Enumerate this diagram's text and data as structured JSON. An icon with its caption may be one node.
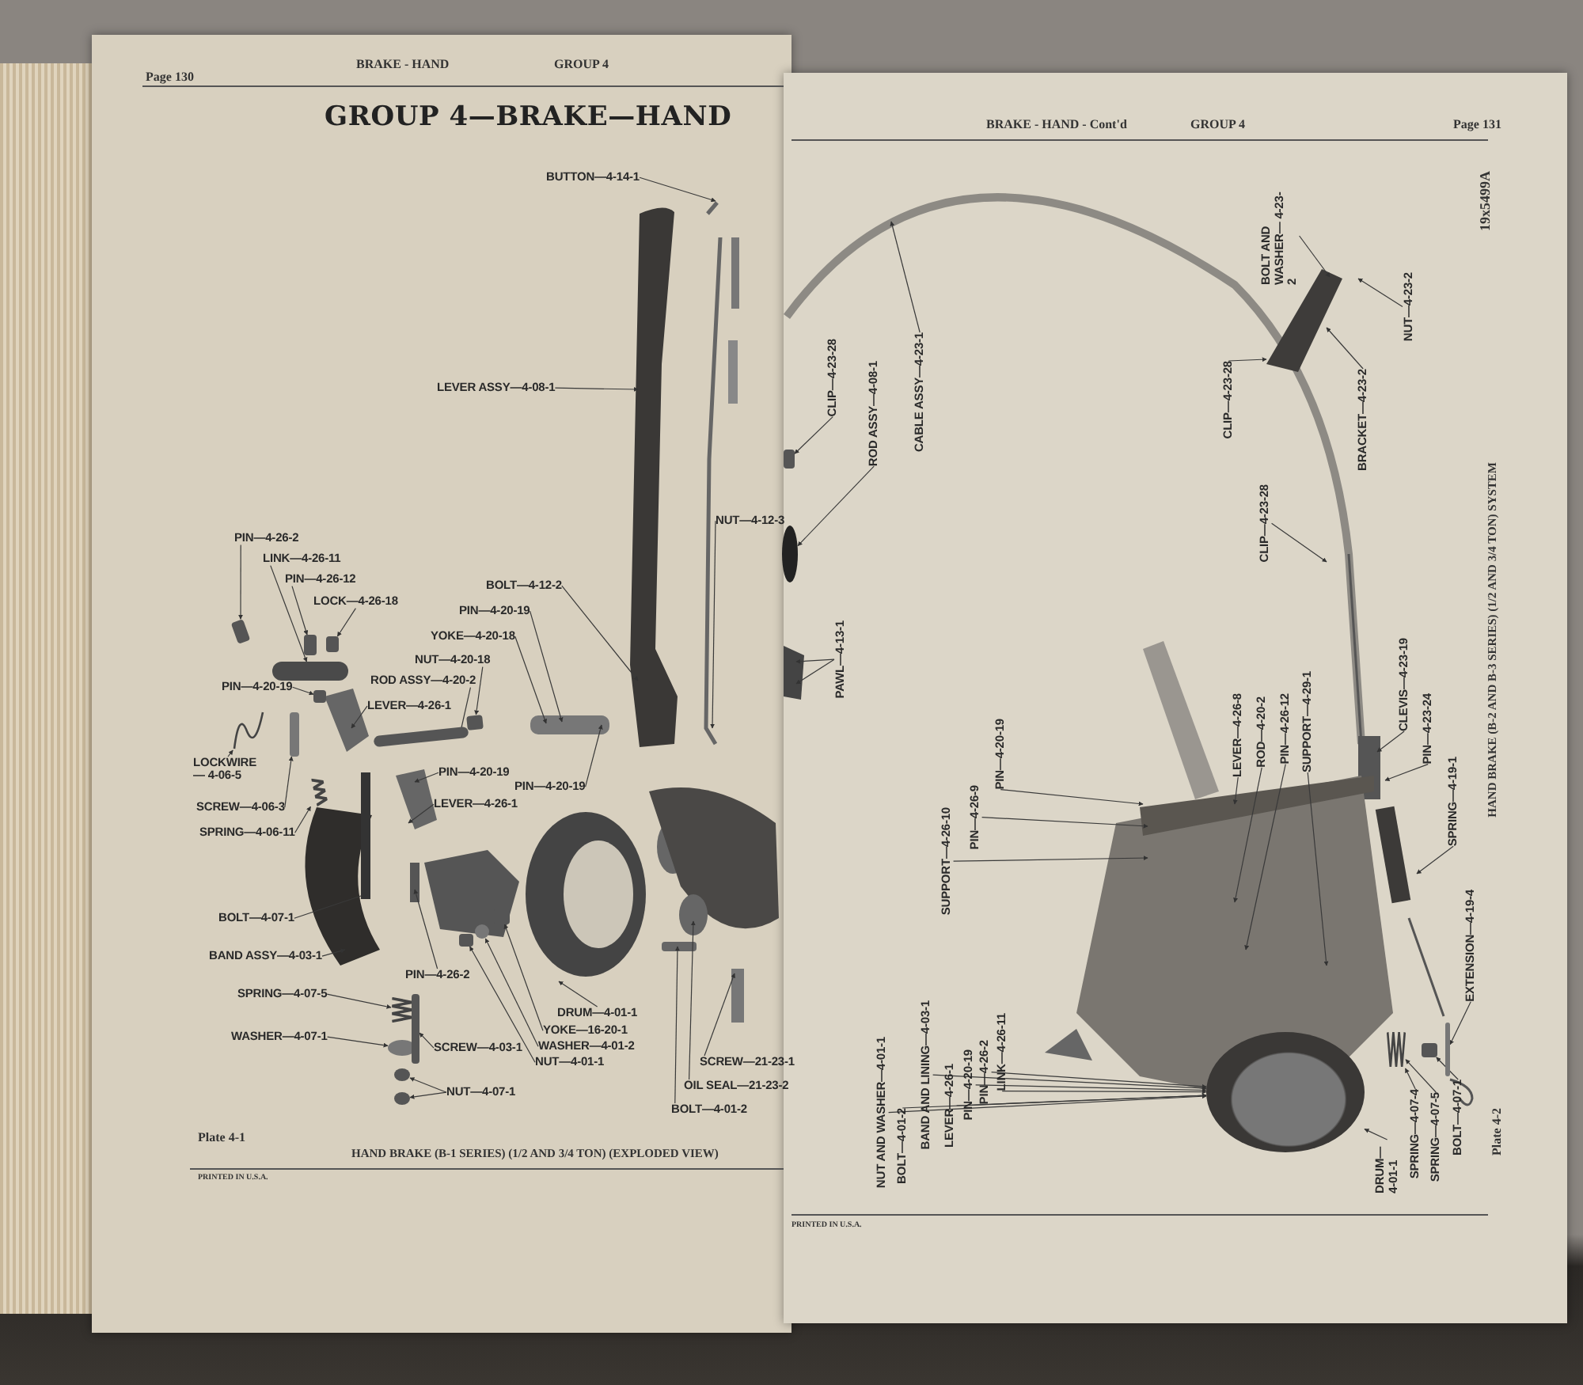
{
  "diagram": {
    "title": "GROUP 4—BRAKE—HAND",
    "nodes": [
      {
        "text": [
          "BUTTON—4-14-1"
        ]
      },
      {
        "text": [
          "LEVER ASSY—4-08-1"
        ]
      },
      {
        "text": [
          "PIN—4-26-2"
        ]
      },
      {
        "text": [
          "LINK—4-26-11"
        ]
      },
      {
        "text": [
          "PIN—4-26-12"
        ]
      },
      {
        "text": [
          "LOCK—4-26-18"
        ]
      },
      {
        "text": [
          "BOLT—4-12-2"
        ]
      },
      {
        "text": [
          "PIN—4-20-19"
        ]
      },
      {
        "text": [
          "YOKE—4-20-18"
        ]
      },
      {
        "text": [
          "NUT—4-20-18"
        ]
      },
      {
        "text": [
          "ROD ASSY—4-20-2"
        ]
      },
      {
        "text": [
          "PIN—4-20-19"
        ]
      },
      {
        "text": [
          "LEVER—4-26-1"
        ]
      },
      {
        "text": [
          "LOCKWIRE— 4-06-5"
        ]
      },
      {
        "text": [
          "SCREW—4-06-3"
        ]
      },
      {
        "text": [
          "SPRING—4-06-11"
        ]
      },
      {
        "text": [
          "PIN—4-20-19"
        ]
      },
      {
        "text": [
          "LEVER—4-26-1"
        ]
      },
      {
        "text": [
          "PIN—4-20-19"
        ]
      },
      {
        "text": [
          "BOLT—4-07-1"
        ]
      },
      {
        "text": [
          "BAND ASSY—4-03-1"
        ]
      },
      {
        "text": [
          "PIN—4-26-2"
        ]
      },
      {
        "text": [
          "SPRING—4-07-5"
        ]
      },
      {
        "text": [
          "WASHER—4-07-1"
        ]
      },
      {
        "text": [
          "SCREW—4-03-1"
        ]
      },
      {
        "text": [
          "NUT—4-07-1"
        ]
      },
      {
        "text": [
          "DRUM—4-01-1"
        ]
      },
      {
        "text": [
          "YOKE—16-20-1"
        ]
      },
      {
        "text": [
          "WASHER—4-01-2"
        ]
      },
      {
        "text": [
          "NUT—4-01-1"
        ]
      },
      {
        "text": [
          "NUT—4-12-3"
        ]
      },
      {
        "text": [
          "SCREW—21-23-1"
        ]
      },
      {
        "text": [
          "OIL SEAL—21-23-2"
        ]
      },
      {
        "text": [
          "BOLT—4-01-2"
        ]
      },
      {
        "text": [
          "CLIP—4-23-28"
        ]
      },
      {
        "text": [
          "ROD ASSY—4-08-1"
        ]
      },
      {
        "text": [
          "CABLE ASSY—4-23-1"
        ]
      },
      {
        "text": [
          "BOLT AND WASHER— 4-23-2"
        ]
      },
      {
        "text": [
          "NUT—4-23-2"
        ]
      },
      {
        "text": [
          "BRACKET—4-23-2"
        ]
      },
      {
        "text": [
          "CLIP—4-23-28"
        ]
      },
      {
        "text": [
          "CLIP—4-23-28"
        ]
      },
      {
        "text": [
          "PAWL—4-13-1"
        ]
      },
      {
        "text": [
          "PIN—4-20-19"
        ]
      },
      {
        "text": [
          "PIN—4-26-9"
        ]
      },
      {
        "text": [
          "SUPPORT—4-26-10"
        ]
      },
      {
        "text": [
          "LEVER—4-26-8"
        ]
      },
      {
        "text": [
          "ROD—4-20-2"
        ]
      },
      {
        "text": [
          "PIN—4-26-12"
        ]
      },
      {
        "text": [
          "SUPPORT—4-29-1"
        ]
      },
      {
        "text": [
          "CLEVIS—4-23-19"
        ]
      },
      {
        "text": [
          "PIN—4-23-24"
        ]
      },
      {
        "text": [
          "SPRING—4-19-1"
        ]
      },
      {
        "text": [
          "EXTENSION—4-19-4"
        ]
      },
      {
        "text": [
          "NUT AND WASHER—4-01-1"
        ]
      },
      {
        "text": [
          "BOLT—4-01-2"
        ]
      },
      {
        "text": [
          "BAND AND LINING—4-03-1"
        ]
      },
      {
        "text": [
          "LEVER—4-26-1"
        ]
      },
      {
        "text": [
          "PIN—4-20-19"
        ]
      },
      {
        "text": [
          "PIN—4-26-2"
        ]
      },
      {
        "text": [
          "LINK—4-26-11"
        ]
      },
      {
        "text": [
          "DRUM— 4-01-1"
        ]
      },
      {
        "text": [
          "SPRING—4-07-4"
        ]
      },
      {
        "text": [
          "SPRING—4-07-5"
        ]
      },
      {
        "text": [
          "BOLT—4-07-1"
        ]
      },
      {
        "text": [],
        "shape": "box"
      },
      {
        "text": [],
        "shape": "bar"
      },
      {
        "text": [],
        "shape": "box"
      },
      {
        "text": [],
        "shape": "box"
      },
      {
        "text": [],
        "shape": "box"
      },
      {
        "text": [],
        "shape": "bar"
      },
      {
        "text": [],
        "shape": "box"
      },
      {
        "text": [],
        "shape": "picture"
      },
      {
        "text": [],
        "shape": "box"
      },
      {
        "text": [],
        "shape": "picture"
      },
      {
        "text": [],
        "shape": "picture"
      },
      {
        "text": [],
        "shape": "circle"
      },
      {
        "text": [],
        "shape": "box"
      },
      {
        "text": [],
        "shape": "box"
      },
      {
        "text": [],
        "shape": "circle"
      },
      {
        "text": [],
        "shape": "box"
      },
      {
        "text": [],
        "shape": "box"
      },
      {
        "text": [],
        "shape": "circle"
      },
      {
        "text": [],
        "shape": "circle"
      },
      {
        "text": [],
        "shape": "box"
      },
      {
        "text": [],
        "shape": "circle"
      },
      {
        "text": [],
        "shape": "circle"
      },
      {
        "text": [],
        "shape": "picture"
      },
      {
        "text": [],
        "shape": "bar"
      }
    ],
    "edges": [
      {
        "from": 0,
        "to": null,
        "arrow": "to"
      },
      {
        "from": 1,
        "to": null,
        "arrow": "to"
      },
      {
        "from": 2,
        "to": 65,
        "arrow": "to"
      },
      {
        "from": 3,
        "to": 66,
        "arrow": "to"
      },
      {
        "from": 4,
        "to": 67,
        "arrow": "to"
      },
      {
        "from": 5,
        "to": 68,
        "arrow": "to"
      },
      {
        "from": 6,
        "to": null,
        "arrow": "to"
      },
      {
        "from": 7,
        "to": null,
        "arrow": "to"
      },
      {
        "from": 8,
        "to": null,
        "arrow": "to"
      },
      {
        "from": 9,
        "to": 69,
        "arrow": "to"
      },
      {
        "from": 10,
        "to": 70,
        "arrow": "to"
      },
      {
        "from": 11,
        "to": 71,
        "arrow": "to"
      },
      {
        "from": 12,
        "to": null,
        "arrow": "to"
      },
      {
        "from": 13,
        "to": 72,
        "arrow": "to"
      },
      {
        "from": 14,
        "to": 73,
        "arrow": "to"
      },
      {
        "from": 15,
        "to": 74,
        "arrow": "to"
      },
      {
        "from": 16,
        "to": null,
        "arrow": "to"
      },
      {
        "from": 17,
        "to": null,
        "arrow": "to"
      },
      {
        "from": 18,
        "to": null,
        "arrow": "to"
      },
      {
        "from": 19,
        "to": null,
        "arrow": "to"
      },
      {
        "from": 20,
        "to": null,
        "arrow": "to"
      },
      {
        "from": 21,
        "to": null,
        "arrow": "to"
      },
      {
        "from": 22,
        "to": 75,
        "arrow": "to"
      },
      {
        "from": 23,
        "to": 76,
        "arrow": "to"
      },
      {
        "from": 24,
        "to": 77,
        "arrow": "to"
      },
      {
        "from": 25,
        "to": 85,
        "arrow": "to"
      },
      {
        "from": 25,
        "to": 86,
        "arrow": "to"
      },
      {
        "from": 26,
        "to": null,
        "arrow": "to"
      },
      {
        "from": 27,
        "to": 78,
        "arrow": "to"
      },
      {
        "from": 28,
        "to": 79,
        "arrow": "to"
      },
      {
        "from": 29,
        "to": 80,
        "arrow": "to"
      },
      {
        "from": 30,
        "to": null,
        "arrow": "to"
      },
      {
        "from": 31,
        "to": null,
        "arrow": "to"
      },
      {
        "from": 32,
        "to": null,
        "arrow": "to"
      },
      {
        "from": 33,
        "to": null,
        "arrow": "to"
      },
      {
        "from": 34,
        "to": 81,
        "arrow": "to"
      },
      {
        "from": 35,
        "to": 82,
        "arrow": "to"
      },
      {
        "from": 36,
        "to": null,
        "arrow": "to"
      },
      {
        "from": 37,
        "to": null,
        "arrow": "to"
      },
      {
        "from": 38,
        "to": null,
        "arrow": "to"
      },
      {
        "from": 39,
        "to": null,
        "arrow": "to"
      },
      {
        "from": 40,
        "to": null,
        "arrow": "to"
      },
      {
        "from": 41,
        "to": null,
        "arrow": "to"
      },
      {
        "from": 42,
        "to": null,
        "arrow": "to"
      },
      {
        "from": 42,
        "to": null,
        "arrow": "to"
      },
      {
        "from": 43,
        "to": null,
        "arrow": "to"
      },
      {
        "from": 44,
        "to": null,
        "arrow": "to"
      },
      {
        "from": 45,
        "to": null,
        "arrow": "to"
      },
      {
        "from": 46,
        "to": null,
        "arrow": "to"
      },
      {
        "from": 47,
        "to": null,
        "arrow": "to"
      },
      {
        "from": 48,
        "to": null,
        "arrow": "to"
      },
      {
        "from": 49,
        "to": null,
        "arrow": "to"
      },
      {
        "from": 50,
        "to": null,
        "arrow": "to"
      },
      {
        "from": 51,
        "to": null,
        "arrow": "to"
      },
      {
        "from": 52,
        "to": null,
        "arrow": "to"
      },
      {
        "from": 53,
        "to": 88,
        "arrow": "to"
      },
      {
        "from": 54,
        "to": 83,
        "arrow": "to"
      },
      {
        "from": 55,
        "to": 83,
        "arrow": "to"
      },
      {
        "from": 56,
        "to": 83,
        "arrow": "to"
      },
      {
        "from": 57,
        "to": 83,
        "arrow": "to"
      },
      {
        "from": 58,
        "to": 83,
        "arrow": "to"
      },
      {
        "from": 59,
        "to": 83,
        "arrow": "to"
      },
      {
        "from": 60,
        "to": 83,
        "arrow": "to"
      },
      {
        "from": 61,
        "to": 83,
        "arrow": "to"
      },
      {
        "from": 62,
        "to": 87,
        "arrow": "to"
      },
      {
        "from": 63,
        "to": 87,
        "arrow": "to"
      },
      {
        "from": 64,
        "to": 84,
        "arrow": "to"
      }
    ],
    "labels": [
      "Page 130",
      "BRAKE - HAND",
      "GROUP 4",
      "Plate 4-1",
      "HAND BRAKE (B-1 SERIES) (1/2 AND 3/4 TON) (EXPLODED VIEW)",
      "PRINTED IN U.S.A.",
      "BRAKE - HAND - Cont'd",
      "GROUP 4",
      "Page 131",
      "19x5499A",
      "HAND BRAKE (B-2 AND B-3 SERIES) (1/2 AND 3/4 TON) SYSTEM",
      "Plate 4-2",
      "PRINTED IN U.S.A."
    ]
  }
}
